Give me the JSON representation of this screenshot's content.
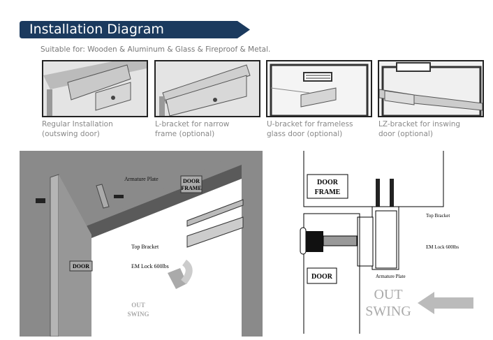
{
  "header": {
    "title": "Installation Diagram",
    "subtitle": "Suitable for: Wooden & Aluminum & Glass & Fireproof & Metal."
  },
  "options": [
    {
      "line1": "Regular Installation",
      "line2": "(outswing door)"
    },
    {
      "line1": "L-bracket for narrow",
      "line2": "frame (optional)"
    },
    {
      "line1": "U-bracket for frameless",
      "line2": "glass door (optional)"
    },
    {
      "line1": "LZ-bracket for inswing",
      "line2": "door (optional)"
    }
  ],
  "perspective_diagram": {
    "armature_plate": "Armature Plate",
    "door_frame_1": "DOOR",
    "door_frame_2": "FRAME",
    "top_bracket": "Top Bracket",
    "em_lock": "EM Lock 600lbs",
    "door": "DOOR",
    "out": "OUT",
    "swing": "SWING"
  },
  "section_diagram": {
    "door_frame_1": "DOOR",
    "door_frame_2": "FRAME",
    "top_bracket": "Top Bracket",
    "em_lock": "EM Lock 600lbs",
    "armature_plate": "Armature Plate",
    "door": "DOOR",
    "out": "OUT",
    "swing": "SWING"
  },
  "colors": {
    "banner": "#1b3a5e",
    "caption": "#888888",
    "diagram_bg": "#8a8a8a"
  }
}
